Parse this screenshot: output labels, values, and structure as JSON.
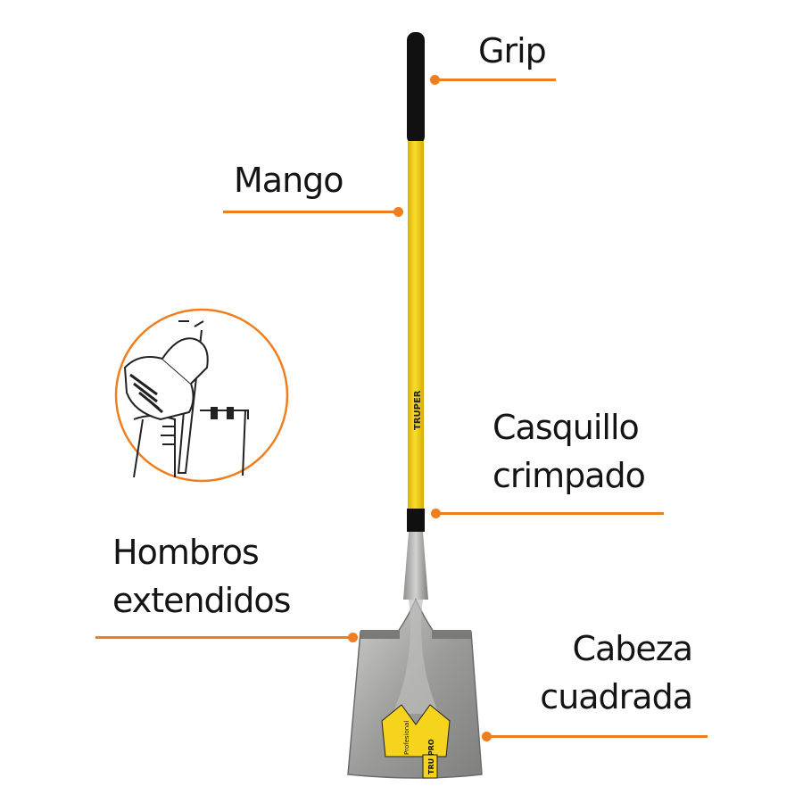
{
  "colors": {
    "accent": "#F07D1E",
    "handle_yellow": "#F6D31C",
    "grip_black": "#111111",
    "steel": "#A9AAA8",
    "label_text": "#141414"
  },
  "callouts": {
    "grip": {
      "lines": [
        "Grip"
      ]
    },
    "mango": {
      "lines": [
        "Mango"
      ]
    },
    "casquillo": {
      "lines": [
        "Casquillo",
        "crimpado"
      ]
    },
    "hombros": {
      "lines": [
        "Hombros",
        "extendidos"
      ]
    },
    "cabeza": {
      "lines": [
        "Cabeza",
        "cuadrada"
      ]
    }
  },
  "product": {
    "handle_brand": "TRUPER",
    "head_brand": "TRU PRO",
    "head_sticker": "Profesional"
  }
}
